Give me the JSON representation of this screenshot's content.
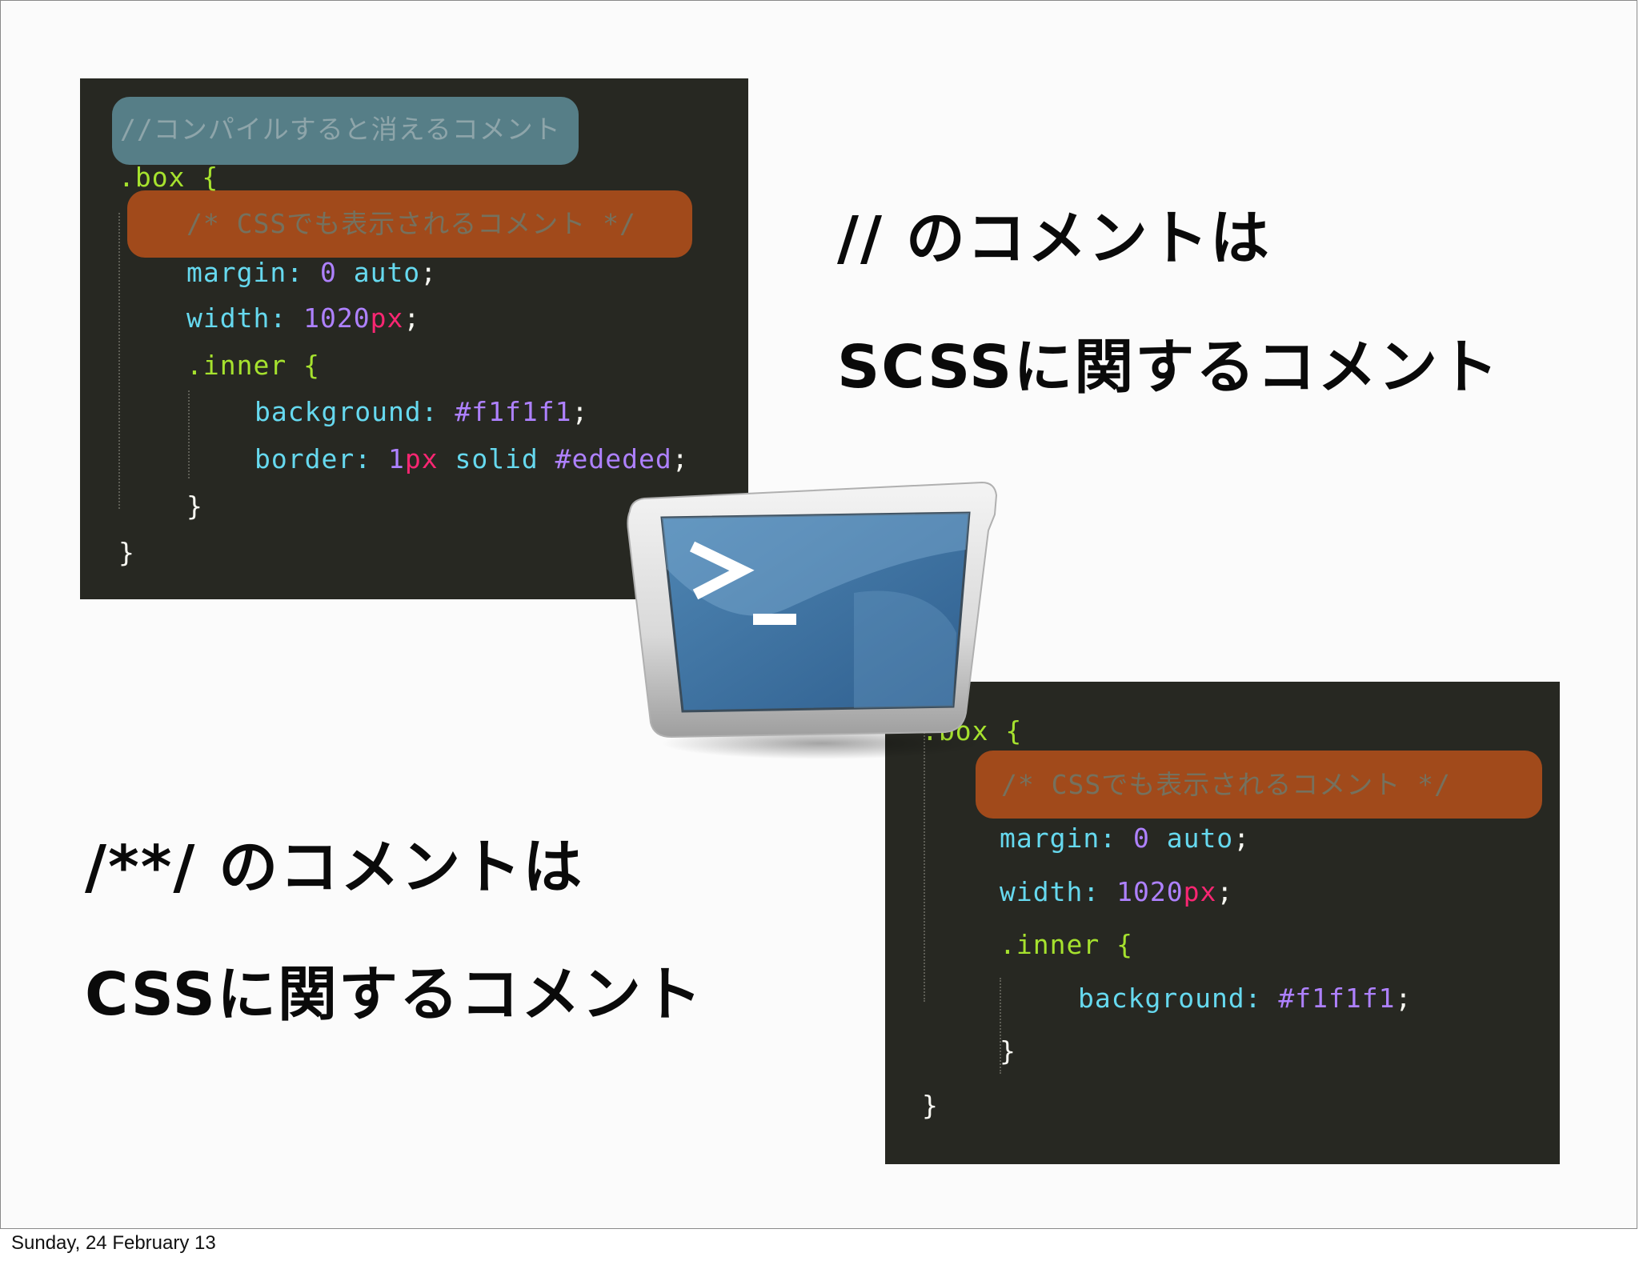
{
  "slide": {
    "top_code": {
      "lines": [
        "//コンパイルすると消えるコメント",
        ".box {",
        "/* CSSでも表示されるコメント */",
        "margin: 0 auto;",
        "width: 1020px;",
        ".inner {",
        "background: #f1f1f1;",
        "border: 1px solid #ededed;",
        "}",
        "}"
      ]
    },
    "bottom_code": {
      "lines": [
        ".box {",
        "/* CSSでも表示されるコメント */",
        "margin: 0 auto;",
        "width: 1020px;",
        ".inner {",
        "background: #f1f1f1;",
        "}",
        "}"
      ]
    },
    "captions": {
      "scss_line1": "// のコメントは",
      "scss_line2": "SCSSに関するコメント",
      "css_line1": "/**/ のコメントは",
      "css_line2": "CSSに関するコメント"
    },
    "icon": {
      "name": "terminal-icon",
      "prompt": ">_"
    },
    "colors": {
      "editor_bg": "#272822",
      "highlight_blue": "#6aa0ae",
      "highlight_orange": "#c4541a"
    }
  },
  "footer": {
    "date": "Sunday, 24 February 13"
  }
}
